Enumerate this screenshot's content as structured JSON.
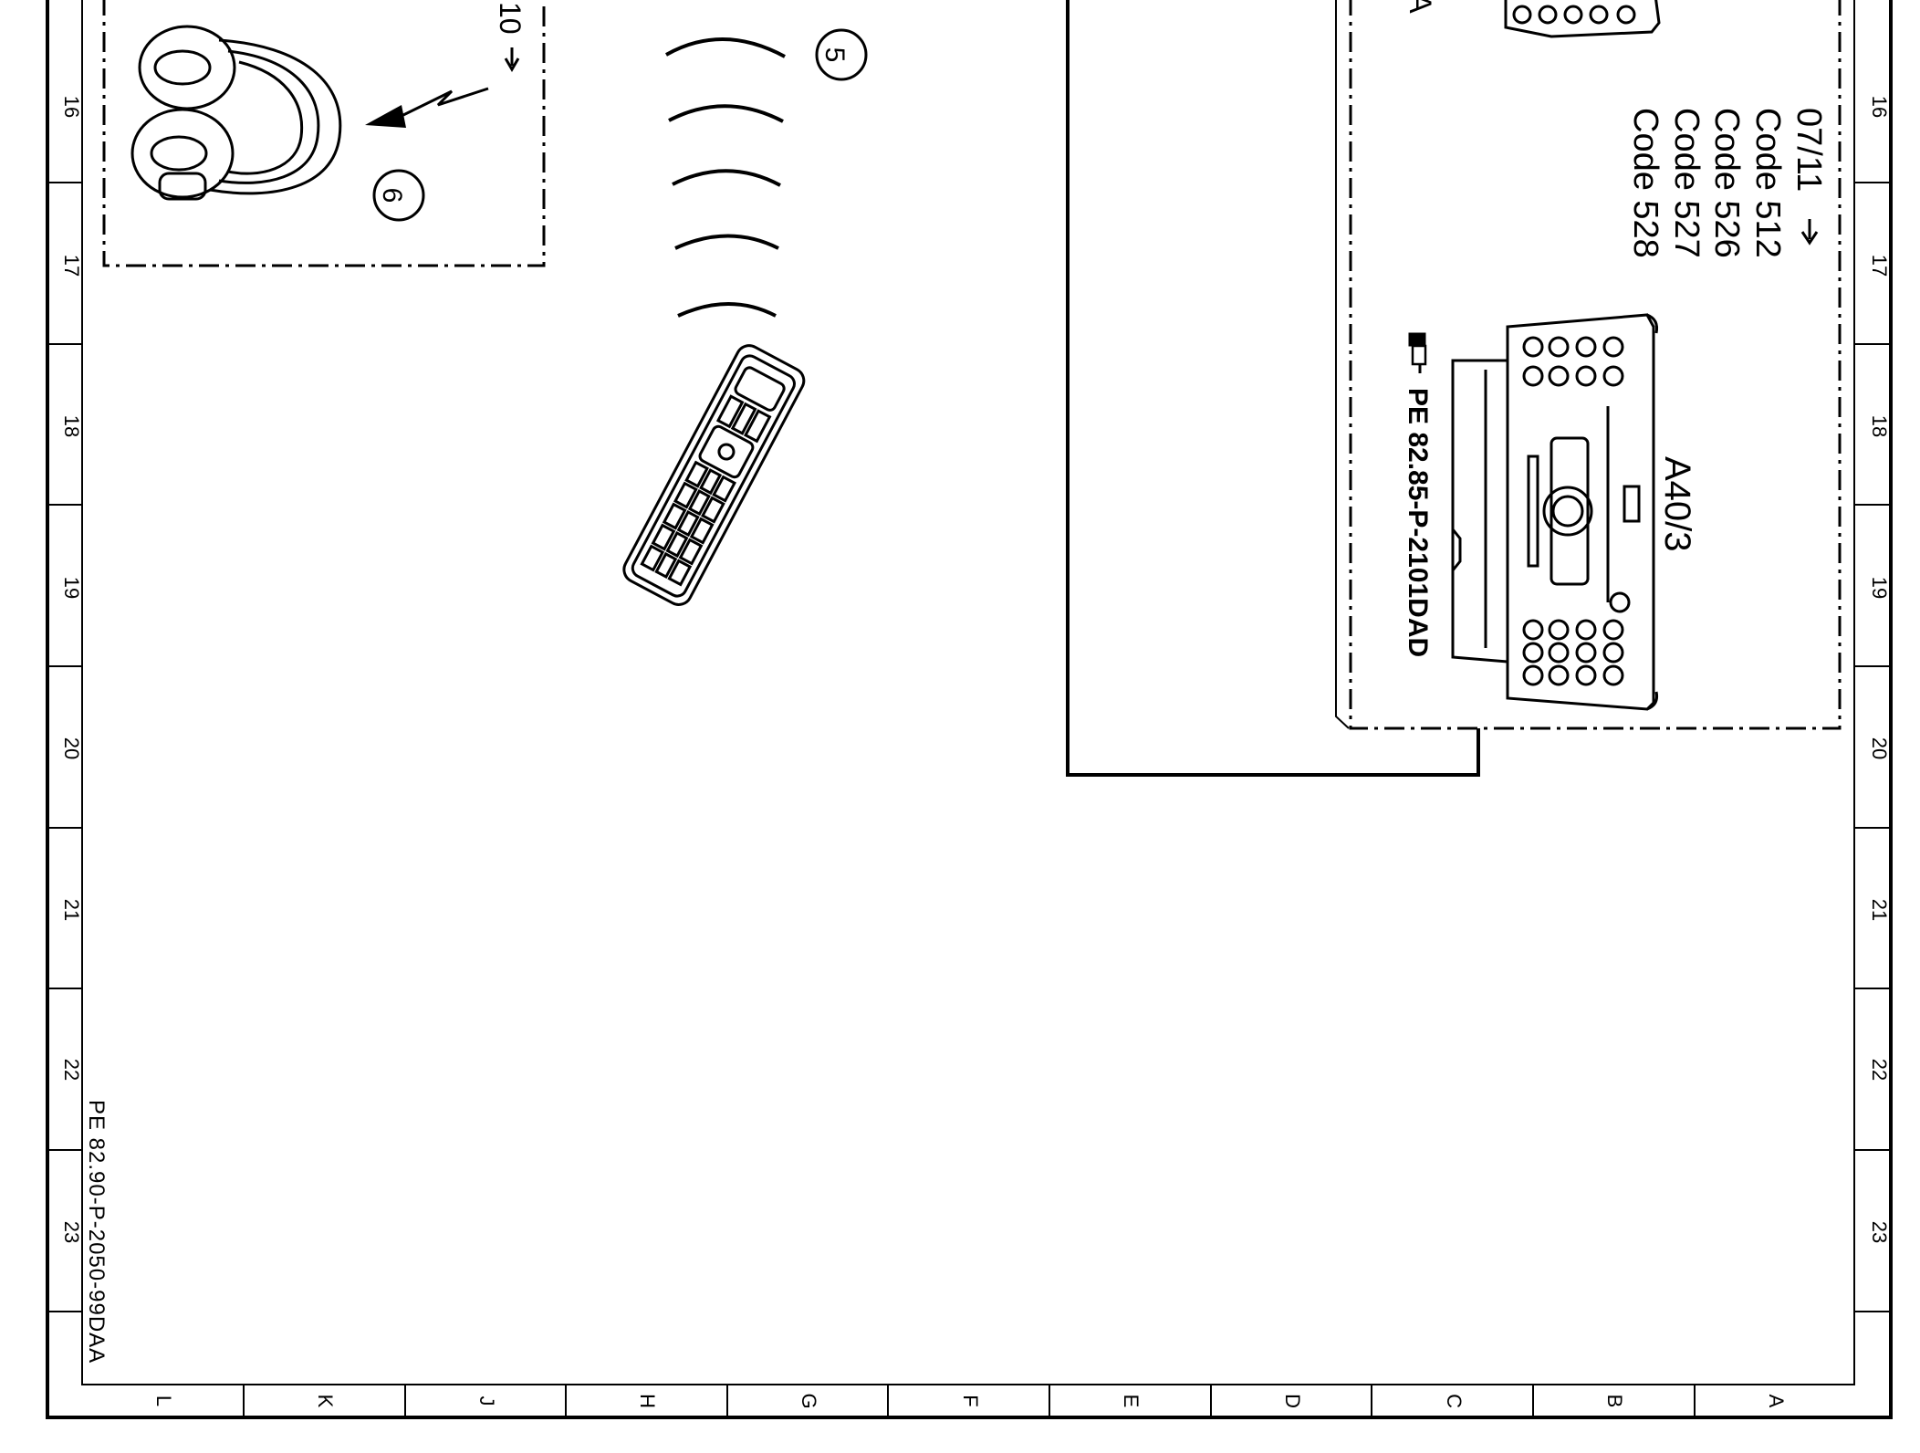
{
  "sheet": {
    "row_labels": [
      "16",
      "17",
      "18",
      "19",
      "20",
      "21",
      "22",
      "23"
    ],
    "column_labels": [
      "L",
      "K",
      "J",
      "H",
      "G",
      "F",
      "E",
      "D",
      "C",
      "B",
      "A"
    ],
    "document_number": "PE 82.90-P-2050-99DAA"
  },
  "headphone_box": {
    "validity_marker": "10",
    "callout_number": "6"
  },
  "remote": {
    "callout_number": "5"
  },
  "radio_box": {
    "top_marker": "A",
    "code_list": [
      "07/11",
      "Code 512",
      "Code 526",
      "Code 527",
      "Code 528"
    ],
    "component_label": "A40/3",
    "reference_text": "PE 82.85-P-2101DAD"
  },
  "colors": {
    "line": "#000000",
    "background": "#ffffff"
  }
}
